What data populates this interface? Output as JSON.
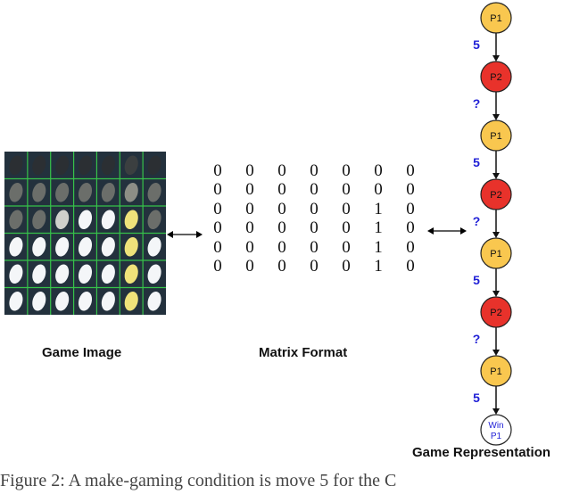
{
  "game_image": {
    "label": "Game Image",
    "rows": 6,
    "cols": 7,
    "board": [
      [
        "dark",
        "dark",
        "dark",
        "dark",
        "dark",
        "dark-marked",
        "dark"
      ],
      [
        "gray",
        "gray",
        "gray",
        "gray",
        "gray",
        "gray-marked",
        "gray"
      ],
      [
        "gray",
        "gray",
        "gray-white",
        "white",
        "white",
        "yellow",
        "gray"
      ],
      [
        "white",
        "white",
        "white",
        "white",
        "white",
        "yellow",
        "white"
      ],
      [
        "white",
        "white",
        "white",
        "white",
        "white",
        "yellow",
        "white"
      ],
      [
        "white",
        "white",
        "white",
        "white",
        "white",
        "yellow",
        "white"
      ]
    ]
  },
  "matrix": {
    "label": "Matrix Format",
    "rows": [
      [
        "0",
        "0",
        "0",
        "0",
        "0",
        "0",
        "0"
      ],
      [
        "0",
        "0",
        "0",
        "0",
        "0",
        "0",
        "0"
      ],
      [
        "0",
        "0",
        "0",
        "0",
        "0",
        "1",
        "0"
      ],
      [
        "0",
        "0",
        "0",
        "0",
        "0",
        "1",
        "0"
      ],
      [
        "0",
        "0",
        "0",
        "0",
        "0",
        "1",
        "0"
      ],
      [
        "0",
        "0",
        "0",
        "0",
        "0",
        "1",
        "0"
      ]
    ]
  },
  "game_representation": {
    "label": "Game Representation",
    "nodes": [
      {
        "text": "P1",
        "type": "p1"
      },
      {
        "text": "P2",
        "type": "p2"
      },
      {
        "text": "P1",
        "type": "p1"
      },
      {
        "text": "P2",
        "type": "p2"
      },
      {
        "text": "P1",
        "type": "p1"
      },
      {
        "text": "P2",
        "type": "p2"
      },
      {
        "text": "P1",
        "type": "p1"
      },
      {
        "text": "Win\nP1",
        "type": "win"
      }
    ],
    "edges": [
      "5",
      "?",
      "5",
      "?",
      "5",
      "?",
      "5"
    ]
  },
  "colors": {
    "p1_fill": "#f9c74f",
    "p2_fill": "#e8322b",
    "win_fill": "#ffffff",
    "edge_label": "#1f1fd6",
    "grid_line": "#36c24a"
  },
  "caption": "Figure 2: A make-gaming condition is move 5 for the C"
}
